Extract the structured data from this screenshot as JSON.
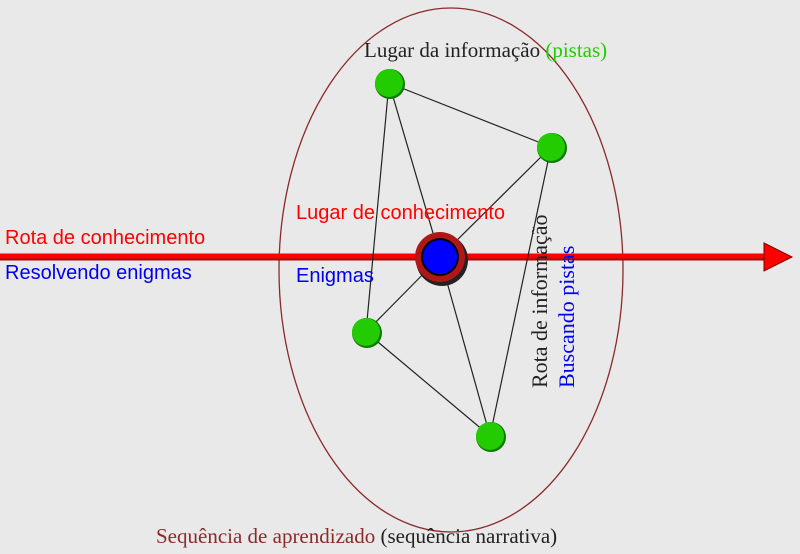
{
  "labels": {
    "info_place": "Lugar da informação",
    "info_place_clues": "(pistas)",
    "knowledge_place": "Lugar de conhecimento",
    "enigmas": "Enigmas",
    "route_knowledge": "Rota de conhecimento",
    "solving_enigmas": "Resolvendo enigmas",
    "route_info": "Rota de informação",
    "searching_clues": "Buscando pistas",
    "sequence": "Sequência de aprendizado",
    "sequence_narrative": "(sequência narrativa)"
  },
  "colors": {
    "background": "#e9e9e9",
    "ellipse": "#8b2a2a",
    "arrow": "#ff0000",
    "center_ring": "#b01818",
    "center_core": "#0000ff",
    "node": "#22cc00",
    "edge": "#222222",
    "text_dark": "#222222",
    "text_red": "#ff0000",
    "text_blue": "#0000ee",
    "text_green": "#22cc00",
    "text_maroon": "#8b2a2a"
  }
}
